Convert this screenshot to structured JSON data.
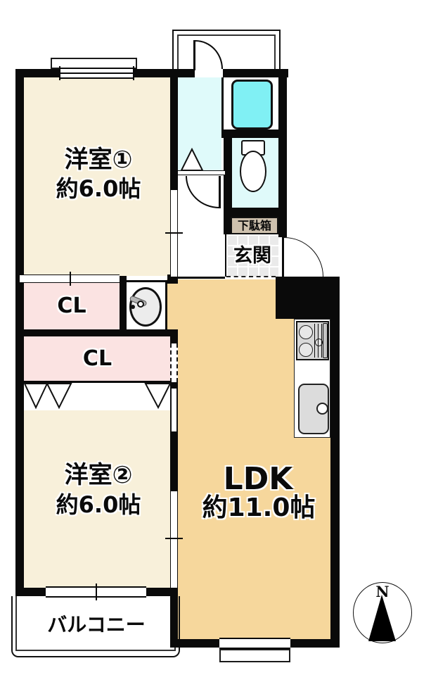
{
  "plan": {
    "rooms": {
      "western1": {
        "name": "洋室①",
        "area": "約6.0帖"
      },
      "western2": {
        "name": "洋室②",
        "area": "約6.0帖"
      },
      "ldk": {
        "name": "LDK",
        "area": "約11.0帖"
      },
      "closet1": {
        "label": "CL"
      },
      "closet2": {
        "label": "CL"
      },
      "entrance": {
        "label": "玄関"
      },
      "shoe_cabinet": {
        "label": "下駄箱"
      },
      "balcony": {
        "label": "バルコニー"
      }
    },
    "compass": {
      "north_label": "N"
    },
    "fixtures": {
      "bathtub": "bathtub-icon",
      "toilet": "toilet-icon",
      "washbasin": "washbasin-icon",
      "gas_stove": "stove-icon",
      "kitchen_sink": "kitchen-sink-icon"
    },
    "colors": {
      "wall": "#0a0a0a",
      "western_room_floor": "#f8f0da",
      "ldk_floor": "#f6d79c",
      "closet_floor": "#fbe3e2",
      "wet_area_floor": "#dffafa",
      "bathtub_fill": "#80f0f4",
      "entrance_tile": "#eaeaea",
      "shoe_cabinet_fill": "#cec1ae"
    }
  }
}
